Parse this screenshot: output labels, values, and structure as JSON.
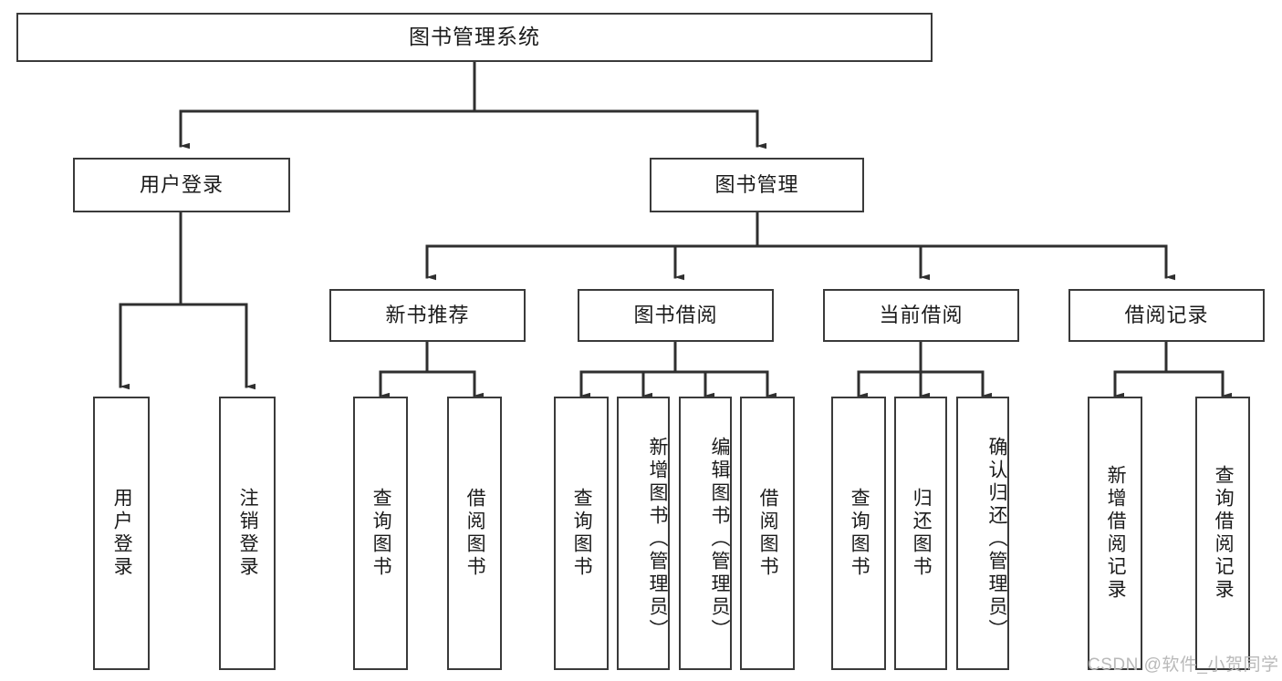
{
  "diagram": {
    "title": "图书管理系统",
    "type": "hierarchy-tree",
    "root": {
      "label": "图书管理系统"
    },
    "level1": [
      {
        "label": "用户登录"
      },
      {
        "label": "图书管理"
      }
    ],
    "level2": [
      {
        "label": "新书推荐"
      },
      {
        "label": "图书借阅"
      },
      {
        "label": "当前借阅"
      },
      {
        "label": "借阅记录"
      }
    ],
    "leaves": {
      "user_login": [
        {
          "label": "用户登录"
        },
        {
          "label": "注销登录"
        }
      ],
      "new_book_recommend": [
        {
          "label": "查询图书"
        },
        {
          "label": "借阅图书"
        }
      ],
      "book_borrow": [
        {
          "label": "查询图书"
        },
        {
          "label": "新增图书（管理员）"
        },
        {
          "label": "编辑图书（管理员）"
        },
        {
          "label": "借阅图书"
        }
      ],
      "current_borrow": [
        {
          "label": "查询图书"
        },
        {
          "label": "归还图书"
        },
        {
          "label": "确认归还（管理员）"
        }
      ],
      "borrow_record": [
        {
          "label": "新增借阅记录"
        },
        {
          "label": "查询借阅记录"
        }
      ]
    }
  },
  "watermark": {
    "text": "CSDN @软件_小贺同学"
  },
  "colors": {
    "border": "#3a3a3a",
    "background": "#ffffff",
    "text": "#1b1b1b",
    "watermark": "#b9b9b9"
  }
}
